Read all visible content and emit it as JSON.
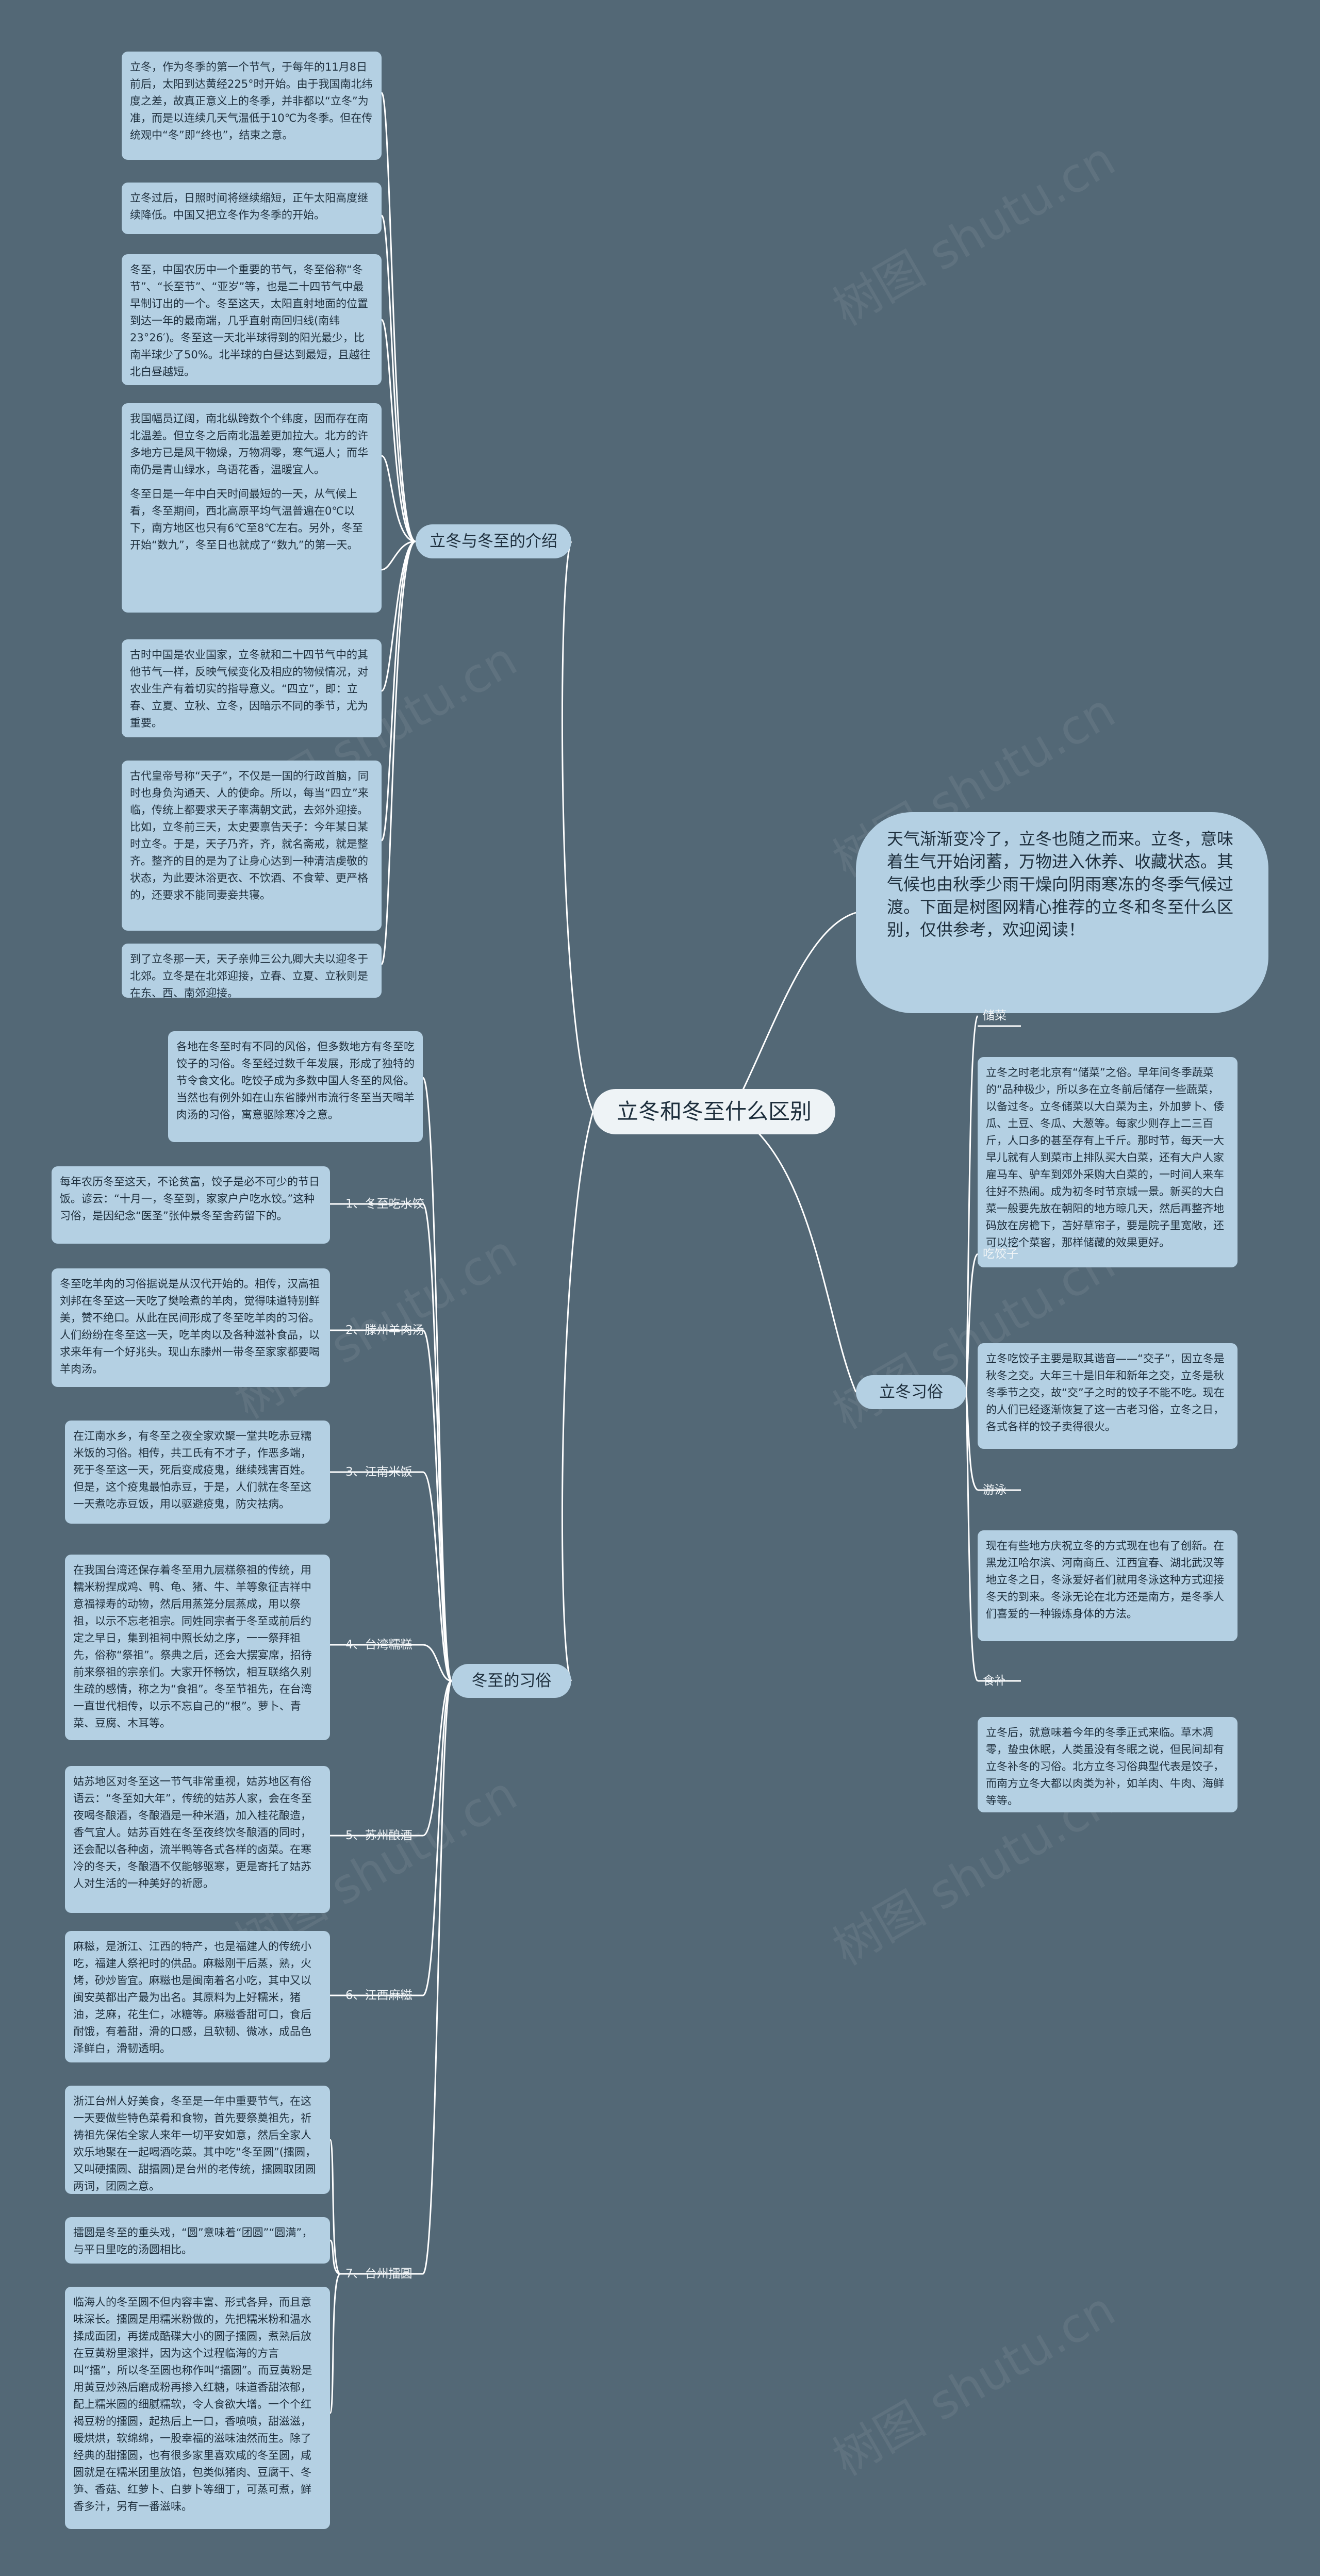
{
  "watermark": "树图 shutu.cn",
  "root": "立冬和冬至什么区别",
  "intro": "天气渐渐变冷了，立冬也随之而来。立冬，意味着生气开始闭蓄，万物进入休养、收藏状态。其气候也由秋季少雨干燥向阴雨寒冻的冬季气候过渡。下面是树图网精心推荐的立冬和冬至什么区别，仅供参考，欢迎阅读！",
  "branches": {
    "intro_branch": "立冬与冬至的介绍",
    "customs_winter": "立冬习俗",
    "customs_solstice": "冬至的习俗"
  },
  "intro_leaves": [
    "立冬，作为冬季的第一个节气，于每年的11月8日前后，太阳到达黄经225°时开始。由于我国南北纬度之差，故真正意义上的冬季，并非都以“立冬”为准，而是以连续几天气温低于10℃为冬季。但在传统观中“冬”即“终也”，结束之意。",
    "立冬过后，日照时间将继续缩短，正午太阳高度继续降低。中国又把立冬作为冬季的开始。",
    "冬至，中国农历中一个重要的节气，冬至俗称“冬节”、“长至节”、“亚岁”等，也是二十四节气中最早制订出的一个。冬至这天，太阳直射地面的位置到达一年的最南端，几乎直射南回归线(南纬23°26′)。冬至这一天北半球得到的阳光最少，比南半球少了50%。北半球的白昼达到最短，且越往北白昼越短。",
    "我国幅员辽阔，南北纵跨数个个纬度，因而存在南北温差。但立冬之后南北温差更加拉大。北方的许多地方已是风干物燥，万物凋零，寒气逼人；而华南仍是青山绿水，鸟语花香，温暖宜人。",
    "冬至日是一年中白天时间最短的一天，从气候上看，冬至期间，西北高原平均气温普遍在0℃以下，南方地区也只有6℃至8℃左右。另外，冬至开始“数九”，冬至日也就成了“数九”的第一天。",
    "古时中国是农业国家，立冬就和二十四节气中的其他节气一样，反映气候变化及相应的物候情况，对农业生产有着切实的指导意义。“四立”，即：立春、立夏、立秋、立冬，因暗示不同的季节，尤为重要。",
    "古代皇帝号称“天子”，不仅是一国的行政首脑，同时也身负沟通天、人的使命。所以，每当“四立”来临，传统上都要求天子率满朝文武，去郊外迎接。比如，立冬前三天，太史要禀告天子：今年某日某时立冬。于是，天子乃齐，齐，就名斋戒，就是整齐。整齐的目的是为了让身心达到一种清洁虔敬的状态，为此要沐浴更衣、不饮酒、不食荤、更严格的，还要求不能同妻妾共寝。",
    "到了立冬那一天，天子亲帅三公九卿大夫以迎冬于北郊。立冬是在北郊迎接，立春、立夏、立秋则是在东、西、南郊迎接。"
  ],
  "winter_custom_titles": [
    "储菜",
    "吃饺子",
    "游泳",
    "食补"
  ],
  "winter_custom_texts": [
    "立冬之时老北京有“储菜”之俗。早年间冬季蔬菜的“品种极少，所以多在立冬前后储存一些蔬菜，以备过冬。立冬储菜以大白菜为主，外加萝卜、倭瓜、土豆、冬瓜、大葱等。每家少则存上二三百斤，人口多的甚至存有上千斤。那时节，每天一大早儿就有人到菜市上排队买大白菜，还有大户人家雇马车、驴车到郊外采购大白菜的，一时间人来车往好不热闹。成为初冬时节京城一景。新买的大白菜一般要先放在朝阳的地方晾几天，然后再整齐地码放在房檐下，苫好草帘子，要是院子里宽敞，还可以挖个菜窖，那样储藏的效果更好。",
    "立冬吃饺子主要是取其谐音——“交子”，因立冬是秋冬之交。大年三十是旧年和新年之交，立冬是秋冬季节之交，故“交”子之时的饺子不能不吃。现在的人们已经逐渐恢复了这一古老习俗，立冬之日，各式各样的饺子卖得很火。",
    "现在有些地方庆祝立冬的方式现在也有了创新。在黑龙江哈尔滨、河南商丘、江西宜春、湖北武汉等地立冬之日，冬泳爱好者们就用冬泳这种方式迎接冬天的到来。冬泳无论在北方还是南方，是冬季人们喜爱的一种锻炼身体的方法。",
    "立冬后，就意味着今年的冬季正式来临。草木凋零，蛰虫休眠，人类虽没有冬眠之说，但民间却有立冬补冬的习俗。北方立冬习俗典型代表是饺子，而南方立冬大都以肉类为补，如羊肉、牛肉、海鲜等等。"
  ],
  "solstice_general": "各地在冬至时有不同的风俗，但多数地方有冬至吃饺子的习俗。冬至经过数千年发展，形成了独特的节令食文化。吃饺子成为多数中国人冬至的风俗。当然也有例外如在山东省滕州市流行冬至当天喝羊肉汤的习俗，寓意驱除寒冷之意。",
  "solstice_titles": [
    "1、冬至吃水饺",
    "2、滕州羊肉汤",
    "3、江南米饭",
    "4、台湾糯糕",
    "5、苏州酿酒",
    "6、江西麻糍",
    "7、台州擂圆"
  ],
  "solstice_texts": [
    "每年农历冬至这天，不论贫富，饺子是必不可少的节日饭。谚云：“十月一，冬至到，家家户户吃水饺。”这种习俗，是因纪念“医圣”张仲景冬至舍药留下的。",
    "冬至吃羊肉的习俗据说是从汉代开始的。相传，汉高祖刘邦在冬至这一天吃了樊哙煮的羊肉，觉得味道特别鲜美，赞不绝口。从此在民间形成了冬至吃羊肉的习俗。人们纷纷在冬至这一天，吃羊肉以及各种滋补食品，以求来年有一个好兆头。现山东滕州一带冬至家家都要喝羊肉汤。",
    "在江南水乡，有冬至之夜全家欢聚一堂共吃赤豆糯米饭的习俗。相传，共工氏有不才子，作恶多端，死于冬至这一天，死后变成疫鬼，继续残害百姓。但是，这个疫鬼最怕赤豆，于是，人们就在冬至这一天煮吃赤豆饭，用以驱避疫鬼，防灾祛病。",
    "在我国台湾还保存着冬至用九层糕祭祖的传统，用糯米粉捏成鸡、鸭、龟、猪、牛、羊等象征吉祥中意福禄寿的动物，然后用蒸笼分层蒸成，用以祭祖，以示不忘老祖宗。同姓同宗者于冬至或前后约定之早日，集到祖祠中照长幼之序，一一祭拜祖先，俗称“祭祖”。祭典之后，还会大摆宴席，招待前来祭祖的宗亲们。大家开怀畅饮，相互联络久别生疏的感情，称之为“食祖”。冬至节祖先，在台湾一直世代相传，以示不忘自己的“根”。萝卜、青菜、豆腐、木耳等。",
    "姑苏地区对冬至这一节气非常重视，姑苏地区有俗语云：“冬至如大年”，传统的姑苏人家，会在冬至夜喝冬酿酒，冬酿酒是一种米酒，加入桂花酿造，香气宜人。姑苏百姓在冬至夜终饮冬酿酒的同时，还会配以各种卤，流半鸭等各式各样的卤菜。在寒冷的冬天，冬酿酒不仅能够驱寒，更是寄托了姑苏人对生活的一种美好的祈愿。",
    "麻糍，是浙江、江西的特产，也是福建人的传统小吃，福建人祭祀时的供品。麻糍刚干后蒸，熟，火烤，砂炒皆宜。麻糍也是闽南着名小吃，其中又以闽安英都出产最为出名。其原料为上好糯米，猪油，芝麻，花生仁，冰糖等。麻糍香甜可口，食后耐饿，有着甜，滑的口感，且软韧、微冰，成品色泽鲜白，滑韧透明。",
    "浙江台州人好美食，冬至是一年中重要节气，在这一天要做些特色菜肴和食物，首先要祭奠祖先，祈祷祖先保佑全家人来年一切平安如意，然后全家人欢乐地聚在一起喝酒吃菜。其中吃“冬至圆”(擂圆，又叫硬擂圆、甜擂圆)是台州的老传统，擂圆取团圆两词，团圆之意。",
    "擂圆是冬至的重头戏，“圆”意味着“团圆”“圆满”，与平日里吃的汤圆相比。",
    "临海人的冬至圆不但内容丰富、形式各异，而且意味深长。擂圆是用糯米粉做的，先把糯米粉和温水揉成面团，再搓成酷碟大小的圆子擂圆，煮熟后放在豆黄粉里滚拌，因为这个过程临海的方言叫“擂”，所以冬至圆也称作叫“擂圆”。而豆黄粉是用黄豆炒熟后磨成粉再掺入红糖，味道香甜浓郁，配上糯米圆的细腻糯软，令人食欲大增。一个个红褐豆粉的擂圆，起热后上一口，香喷喷，甜滋滋，暖烘烘，软绵绵，一股幸福的滋味油然而生。除了经典的甜擂圆，也有很多家里喜欢咸的冬至圆，咸圆就是在糯米团里放馅，包类似猪肉、豆腐干、冬笋、香菇、红萝卜、白萝卜等细丁，可蒸可煮，鲜香多汁，另有一番滋味。"
  ]
}
